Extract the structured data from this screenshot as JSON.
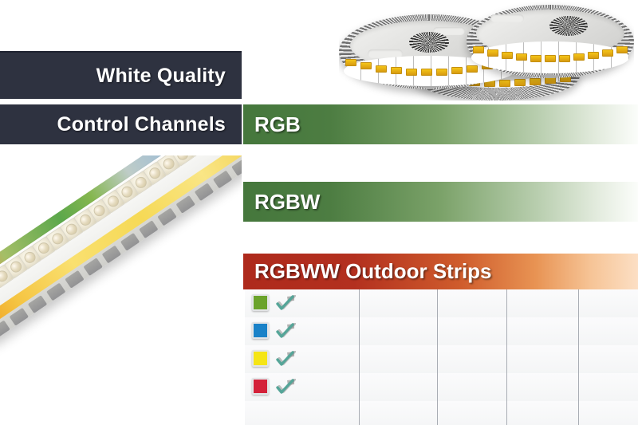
{
  "meta": {
    "product_category": "LED Strip Comparison Table",
    "background": "#ffffff"
  },
  "left_panel": {
    "labels": [
      {
        "id": "white-quality",
        "text": "White Quality",
        "bg": "#2e3240",
        "color": "#ffffff"
      },
      {
        "id": "control-channels",
        "text": "Control Channels",
        "bg": "#2e3240",
        "color": "#ffffff"
      }
    ],
    "product_photo": {
      "name": "angled-led-strip-photo",
      "description": "Angled LED strip module with color gradient band"
    }
  },
  "right_panel": {
    "reels_photo": {
      "name": "led-strip-reels-photo",
      "description": "Three stacked LED strip reels"
    },
    "banners": [
      {
        "id": "rgb",
        "text": "RGB",
        "start": "#45773c",
        "end": "#fbfdfa"
      },
      {
        "id": "rgbw",
        "text": "RGBW",
        "start": "#45773c",
        "end": "#fbfdfa"
      },
      {
        "id": "rgbww",
        "text": "RGBWW Outdoor Strips",
        "start": "#ae2a1c",
        "end": "#fcdfc4"
      }
    ],
    "table": {
      "column_divider_x": [
        143,
        241,
        328,
        418
      ],
      "rows": [
        {
          "swatch_color": "#6ba32b",
          "swatch_name": "green-swatch",
          "mark": "check",
          "cells": [
            "",
            "",
            "",
            ""
          ]
        },
        {
          "swatch_color": "#1a82c8",
          "swatch_name": "blue-swatch",
          "mark": "check",
          "cells": [
            "",
            "",
            "",
            ""
          ]
        },
        {
          "swatch_color": "#f5e516",
          "swatch_name": "yellow-swatch",
          "mark": "check",
          "cells": [
            "",
            "",
            "",
            ""
          ]
        },
        {
          "swatch_color": "#d42139",
          "swatch_name": "red-swatch",
          "mark": "check",
          "cells": [
            "",
            "",
            "",
            ""
          ]
        },
        {
          "swatch_color": "",
          "swatch_name": "empty-swatch",
          "mark": "",
          "cells": [
            "",
            "",
            "",
            ""
          ]
        }
      ]
    }
  },
  "colors": {
    "dark_navy": "#2e3240",
    "green": "#45773c",
    "red": "#ae2a1c",
    "divider_green": "#3d7a3b",
    "grid_line": "#a9adb4"
  }
}
